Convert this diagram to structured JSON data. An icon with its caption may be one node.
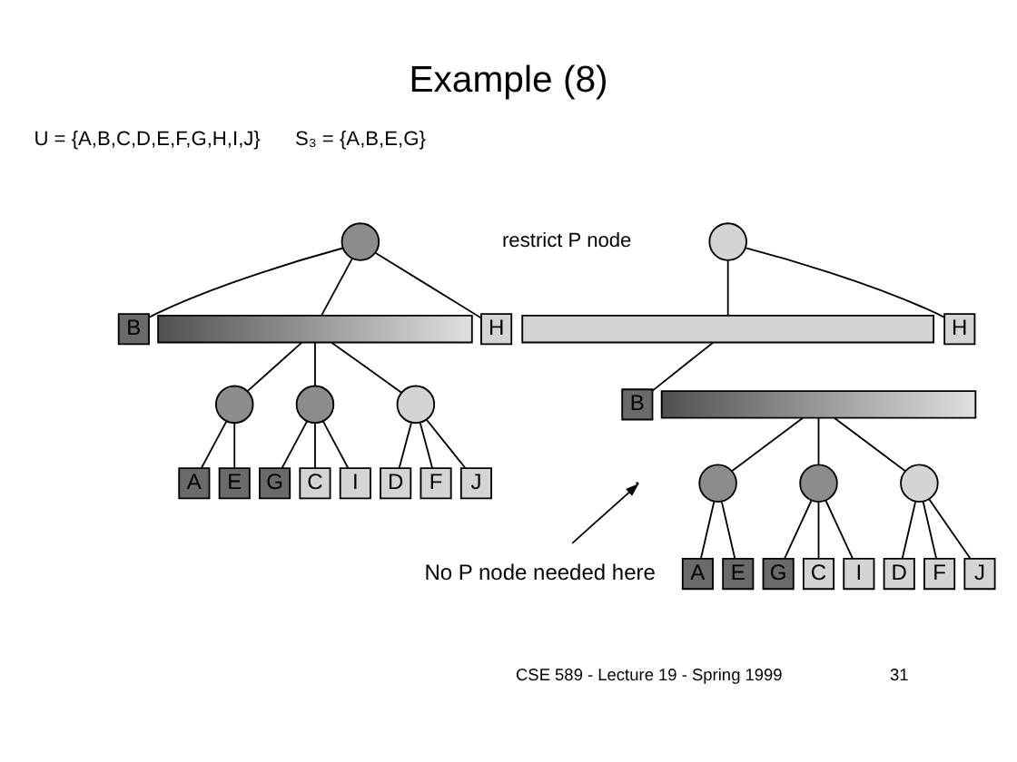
{
  "diagram": {
    "title": "Example (8)",
    "nodes": [
      {
        "text": [],
        "shape": "circle"
      },
      {
        "text": [
          "B"
        ]
      },
      {
        "text": [],
        "shape": "bar"
      },
      {
        "text": [
          "H"
        ]
      },
      {
        "text": [],
        "shape": "circle"
      },
      {
        "text": [],
        "shape": "circle"
      },
      {
        "text": [],
        "shape": "circle"
      },
      {
        "text": [
          "A"
        ]
      },
      {
        "text": [
          "E"
        ]
      },
      {
        "text": [
          "G"
        ]
      },
      {
        "text": [
          "C"
        ]
      },
      {
        "text": [
          "I"
        ]
      },
      {
        "text": [
          "D"
        ]
      },
      {
        "text": [
          "F"
        ]
      },
      {
        "text": [
          "J"
        ]
      },
      {
        "text": [],
        "shape": "circle"
      },
      {
        "text": [],
        "shape": "bar"
      },
      {
        "text": [
          "H"
        ]
      },
      {
        "text": [
          "B"
        ]
      },
      {
        "text": [],
        "shape": "bar"
      },
      {
        "text": [],
        "shape": "circle"
      },
      {
        "text": [],
        "shape": "circle"
      },
      {
        "text": [],
        "shape": "circle"
      },
      {
        "text": [
          "A"
        ]
      },
      {
        "text": [
          "E"
        ]
      },
      {
        "text": [
          "G"
        ]
      },
      {
        "text": [
          "C"
        ]
      },
      {
        "text": [
          "I"
        ]
      },
      {
        "text": [
          "D"
        ]
      },
      {
        "text": [
          "F"
        ]
      },
      {
        "text": [
          "J"
        ]
      },
      {
        "text": [
          "No P node needed here"
        ]
      }
    ],
    "edges": [
      {
        "from": 0,
        "to": 1,
        "arrow": "none"
      },
      {
        "from": 0,
        "to": 2,
        "arrow": "none"
      },
      {
        "from": 0,
        "to": 3,
        "arrow": "none"
      },
      {
        "from": 2,
        "to": 4,
        "arrow": "none"
      },
      {
        "from": 2,
        "to": 5,
        "arrow": "none"
      },
      {
        "from": 2,
        "to": 6,
        "arrow": "none"
      },
      {
        "from": 4,
        "to": 7,
        "arrow": "none"
      },
      {
        "from": 4,
        "to": 8,
        "arrow": "none"
      },
      {
        "from": 5,
        "to": 9,
        "arrow": "none"
      },
      {
        "from": 5,
        "to": 10,
        "arrow": "none"
      },
      {
        "from": 5,
        "to": 11,
        "arrow": "none"
      },
      {
        "from": 6,
        "to": 12,
        "arrow": "none"
      },
      {
        "from": 6,
        "to": 13,
        "arrow": "none"
      },
      {
        "from": 6,
        "to": 14,
        "arrow": "none"
      },
      {
        "from": 15,
        "to": 16,
        "arrow": "none"
      },
      {
        "from": 15,
        "to": 17,
        "arrow": "none"
      },
      {
        "from": 16,
        "to": 18,
        "arrow": "none"
      },
      {
        "from": 19,
        "to": 20,
        "arrow": "none"
      },
      {
        "from": 19,
        "to": 21,
        "arrow": "none"
      },
      {
        "from": 19,
        "to": 22,
        "arrow": "none"
      },
      {
        "from": 20,
        "to": 23,
        "arrow": "none"
      },
      {
        "from": 20,
        "to": 24,
        "arrow": "none"
      },
      {
        "from": 21,
        "to": 25,
        "arrow": "none"
      },
      {
        "from": 21,
        "to": 26,
        "arrow": "none"
      },
      {
        "from": 21,
        "to": 27,
        "arrow": "none"
      },
      {
        "from": 22,
        "to": 28,
        "arrow": "none"
      },
      {
        "from": 22,
        "to": 29,
        "arrow": "none"
      },
      {
        "from": 22,
        "to": 30,
        "arrow": "none"
      },
      {
        "from": 31,
        "to": null,
        "arrow": "to"
      }
    ],
    "labels": [
      "U = {A,B,C,D,E,F,G,H,I,J}",
      "S₃ = {A,B,E,G}",
      "restrict P node",
      "CSE 589 - Lecture 19 - Spring 1999",
      "31"
    ]
  }
}
